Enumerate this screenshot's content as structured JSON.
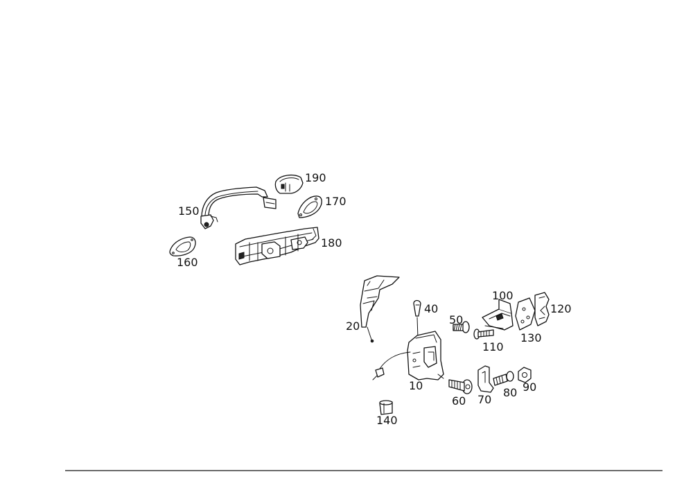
{
  "diagram": {
    "parts": [
      {
        "id": "p190",
        "label": "190"
      },
      {
        "id": "p170",
        "label": "170"
      },
      {
        "id": "p150",
        "label": "150"
      },
      {
        "id": "p180",
        "label": "180"
      },
      {
        "id": "p160",
        "label": "160"
      },
      {
        "id": "p40",
        "label": "40"
      },
      {
        "id": "p100",
        "label": "100"
      },
      {
        "id": "p120",
        "label": "120"
      },
      {
        "id": "p20",
        "label": "20"
      },
      {
        "id": "p50",
        "label": "50"
      },
      {
        "id": "p130",
        "label": "130"
      },
      {
        "id": "p110",
        "label": "110"
      },
      {
        "id": "p10",
        "label": "10"
      },
      {
        "id": "p90",
        "label": "90"
      },
      {
        "id": "p80",
        "label": "80"
      },
      {
        "id": "p60",
        "label": "60"
      },
      {
        "id": "p70",
        "label": "70"
      },
      {
        "id": "p140",
        "label": "140"
      }
    ]
  }
}
